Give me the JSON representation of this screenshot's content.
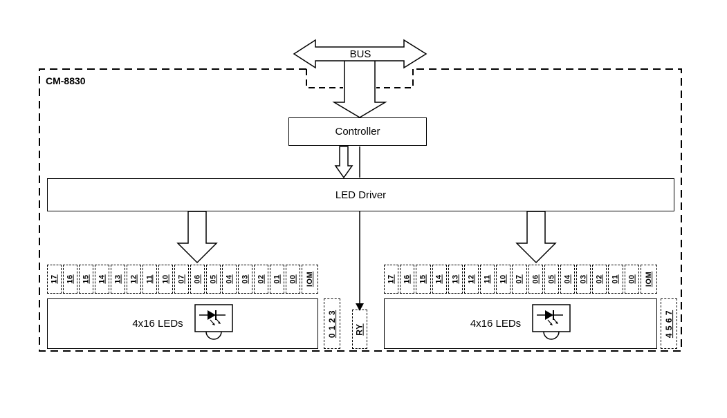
{
  "title": "CM-8830",
  "bus": {
    "label": "BUS"
  },
  "controller": {
    "label": "Controller"
  },
  "led_driver": {
    "label": "LED Driver"
  },
  "groups": [
    {
      "channels": [
        "17",
        "16",
        "15",
        "14",
        "13",
        "12",
        "11",
        "10",
        "07",
        "06",
        "05",
        "04",
        "03",
        "02",
        "01",
        "00",
        "IOM"
      ],
      "leds_label": "4x16 LEDs",
      "ports": "0 1 2 3"
    },
    {
      "channels": [
        "17",
        "16",
        "15",
        "14",
        "13",
        "12",
        "11",
        "10",
        "07",
        "06",
        "05",
        "04",
        "03",
        "02",
        "01",
        "00",
        "IOM"
      ],
      "leds_label": "4x16 LEDs",
      "ports": "4 5 6 7"
    }
  ],
  "relay": {
    "label": "RY"
  }
}
